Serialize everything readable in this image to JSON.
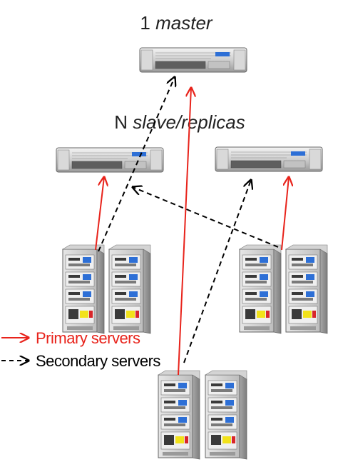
{
  "labels": {
    "master": {
      "count": "1",
      "name": "master"
    },
    "replicas": {
      "count": "N",
      "name": "slave/replicas"
    }
  },
  "legend": {
    "primary": {
      "symbol": "→",
      "text": "Primary servers",
      "color": "#e8231b"
    },
    "secondary": {
      "symbol": "- ->",
      "text": "Secondary servers",
      "color": "#000000"
    }
  },
  "colors": {
    "primary_arrow": "#e8231b",
    "secondary_arrow": "#000000"
  },
  "icons": {
    "master": "rack-server-icon",
    "replica": "rack-server-icon",
    "client_group": "tower-server-icon"
  }
}
